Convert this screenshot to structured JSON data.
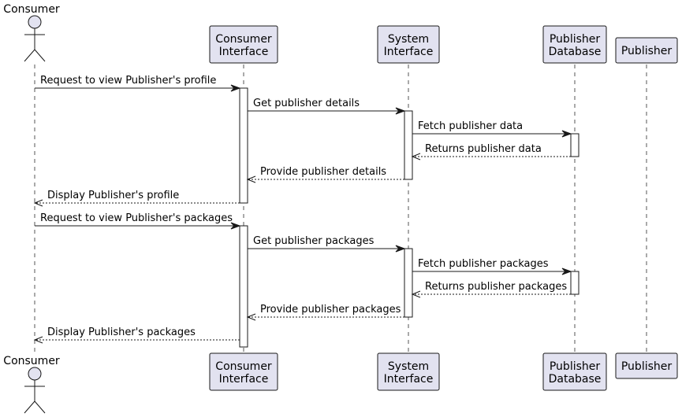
{
  "participants": [
    {
      "id": "consumer",
      "kind": "actor",
      "lines": [
        "Consumer"
      ]
    },
    {
      "id": "consumer_ui",
      "kind": "participant",
      "lines": [
        "Consumer",
        "Interface"
      ]
    },
    {
      "id": "system_ui",
      "kind": "participant",
      "lines": [
        "System",
        "Interface"
      ]
    },
    {
      "id": "publisher_db",
      "kind": "participant",
      "lines": [
        "Publisher",
        "Database"
      ]
    },
    {
      "id": "publisher",
      "kind": "participant",
      "lines": [
        "Publisher"
      ]
    }
  ],
  "messages": [
    {
      "from": "consumer",
      "to": "consumer_ui",
      "label": "Request to view Publisher's profile",
      "style": "sync"
    },
    {
      "from": "consumer_ui",
      "to": "system_ui",
      "label": "Get publisher details",
      "style": "sync"
    },
    {
      "from": "system_ui",
      "to": "publisher_db",
      "label": "Fetch publisher data",
      "style": "sync"
    },
    {
      "from": "publisher_db",
      "to": "system_ui",
      "label": "Returns publisher data",
      "style": "return"
    },
    {
      "from": "system_ui",
      "to": "consumer_ui",
      "label": "Provide publisher details",
      "style": "return"
    },
    {
      "from": "consumer_ui",
      "to": "consumer",
      "label": "Display Publisher's profile",
      "style": "return"
    },
    {
      "from": "consumer",
      "to": "consumer_ui",
      "label": "Request to view Publisher's packages",
      "style": "sync"
    },
    {
      "from": "consumer_ui",
      "to": "system_ui",
      "label": "Get publisher packages",
      "style": "sync"
    },
    {
      "from": "system_ui",
      "to": "publisher_db",
      "label": "Fetch publisher packages",
      "style": "sync"
    },
    {
      "from": "publisher_db",
      "to": "system_ui",
      "label": "Returns publisher packages",
      "style": "return"
    },
    {
      "from": "system_ui",
      "to": "consumer_ui",
      "label": "Provide publisher packages",
      "style": "return"
    },
    {
      "from": "consumer_ui",
      "to": "consumer",
      "label": "Display Publisher's packages",
      "style": "return"
    }
  ],
  "activations": [
    {
      "participant": "consumer_ui",
      "from_message": 0,
      "to_message": 5
    },
    {
      "participant": "system_ui",
      "from_message": 1,
      "to_message": 4
    },
    {
      "participant": "publisher_db",
      "from_message": 2,
      "to_message": 3
    },
    {
      "participant": "consumer_ui",
      "from_message": 6,
      "to_message": "end"
    },
    {
      "participant": "system_ui",
      "from_message": 7,
      "to_message": 10
    },
    {
      "participant": "publisher_db",
      "from_message": 8,
      "to_message": 9
    }
  ]
}
